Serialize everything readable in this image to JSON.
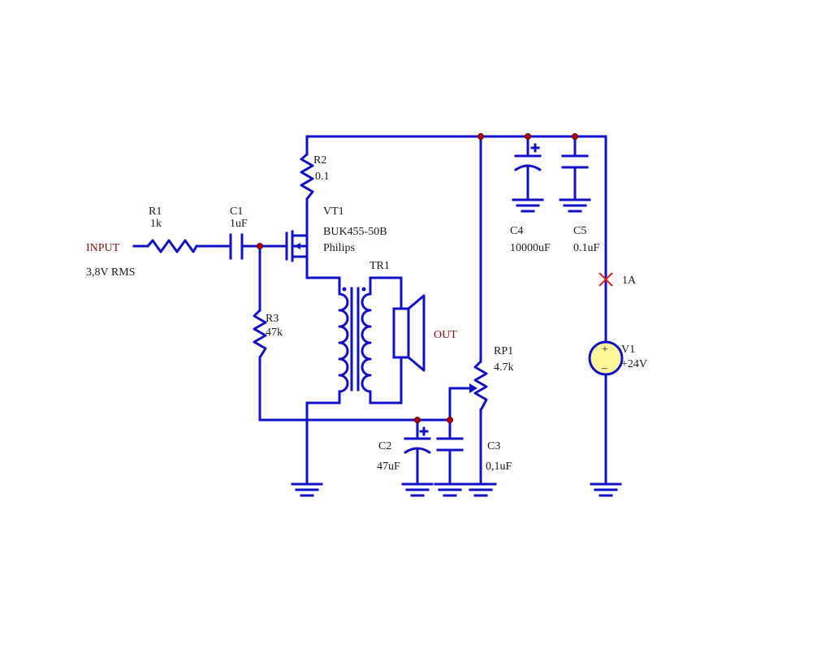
{
  "colors": {
    "wire": "#1010c8",
    "junction": "#b00000",
    "label_red": "#8b1010",
    "source_fill": "#fff799"
  },
  "labels": {
    "r1_ref": "R1",
    "r1_val": "1k",
    "c1_ref": "C1",
    "c1_val": "1uF",
    "input": "INPUT",
    "input_level": "3,8V RMS",
    "r2_ref": "R2",
    "r2_val": "0.1",
    "vt1_ref": "VT1",
    "vt1_part": "BUK455-50B",
    "vt1_mfr": "Philips",
    "tr1_ref": "TR1",
    "out": "OUT",
    "r3_ref": "R3",
    "r3_val": "47k",
    "c2_ref": "C2",
    "c2_val": "47uF",
    "c3_ref": "C3",
    "c3_val": "0,1uF",
    "rp1_ref": "RP1",
    "rp1_val": "4.7k",
    "c4_ref": "C4",
    "c4_val": "10000uF",
    "c5_ref": "C5",
    "c5_val": "0.1uF",
    "fuse_val": "1A",
    "v1_ref": "V1",
    "v1_val": "+24V",
    "plus": "+",
    "minus": "–"
  },
  "icons": [
    "resistor",
    "capacitor",
    "electrolytic-capacitor",
    "mosfet",
    "transformer",
    "speaker",
    "potentiometer",
    "ground",
    "voltage-source",
    "junction-dot",
    "fuse-marker"
  ]
}
